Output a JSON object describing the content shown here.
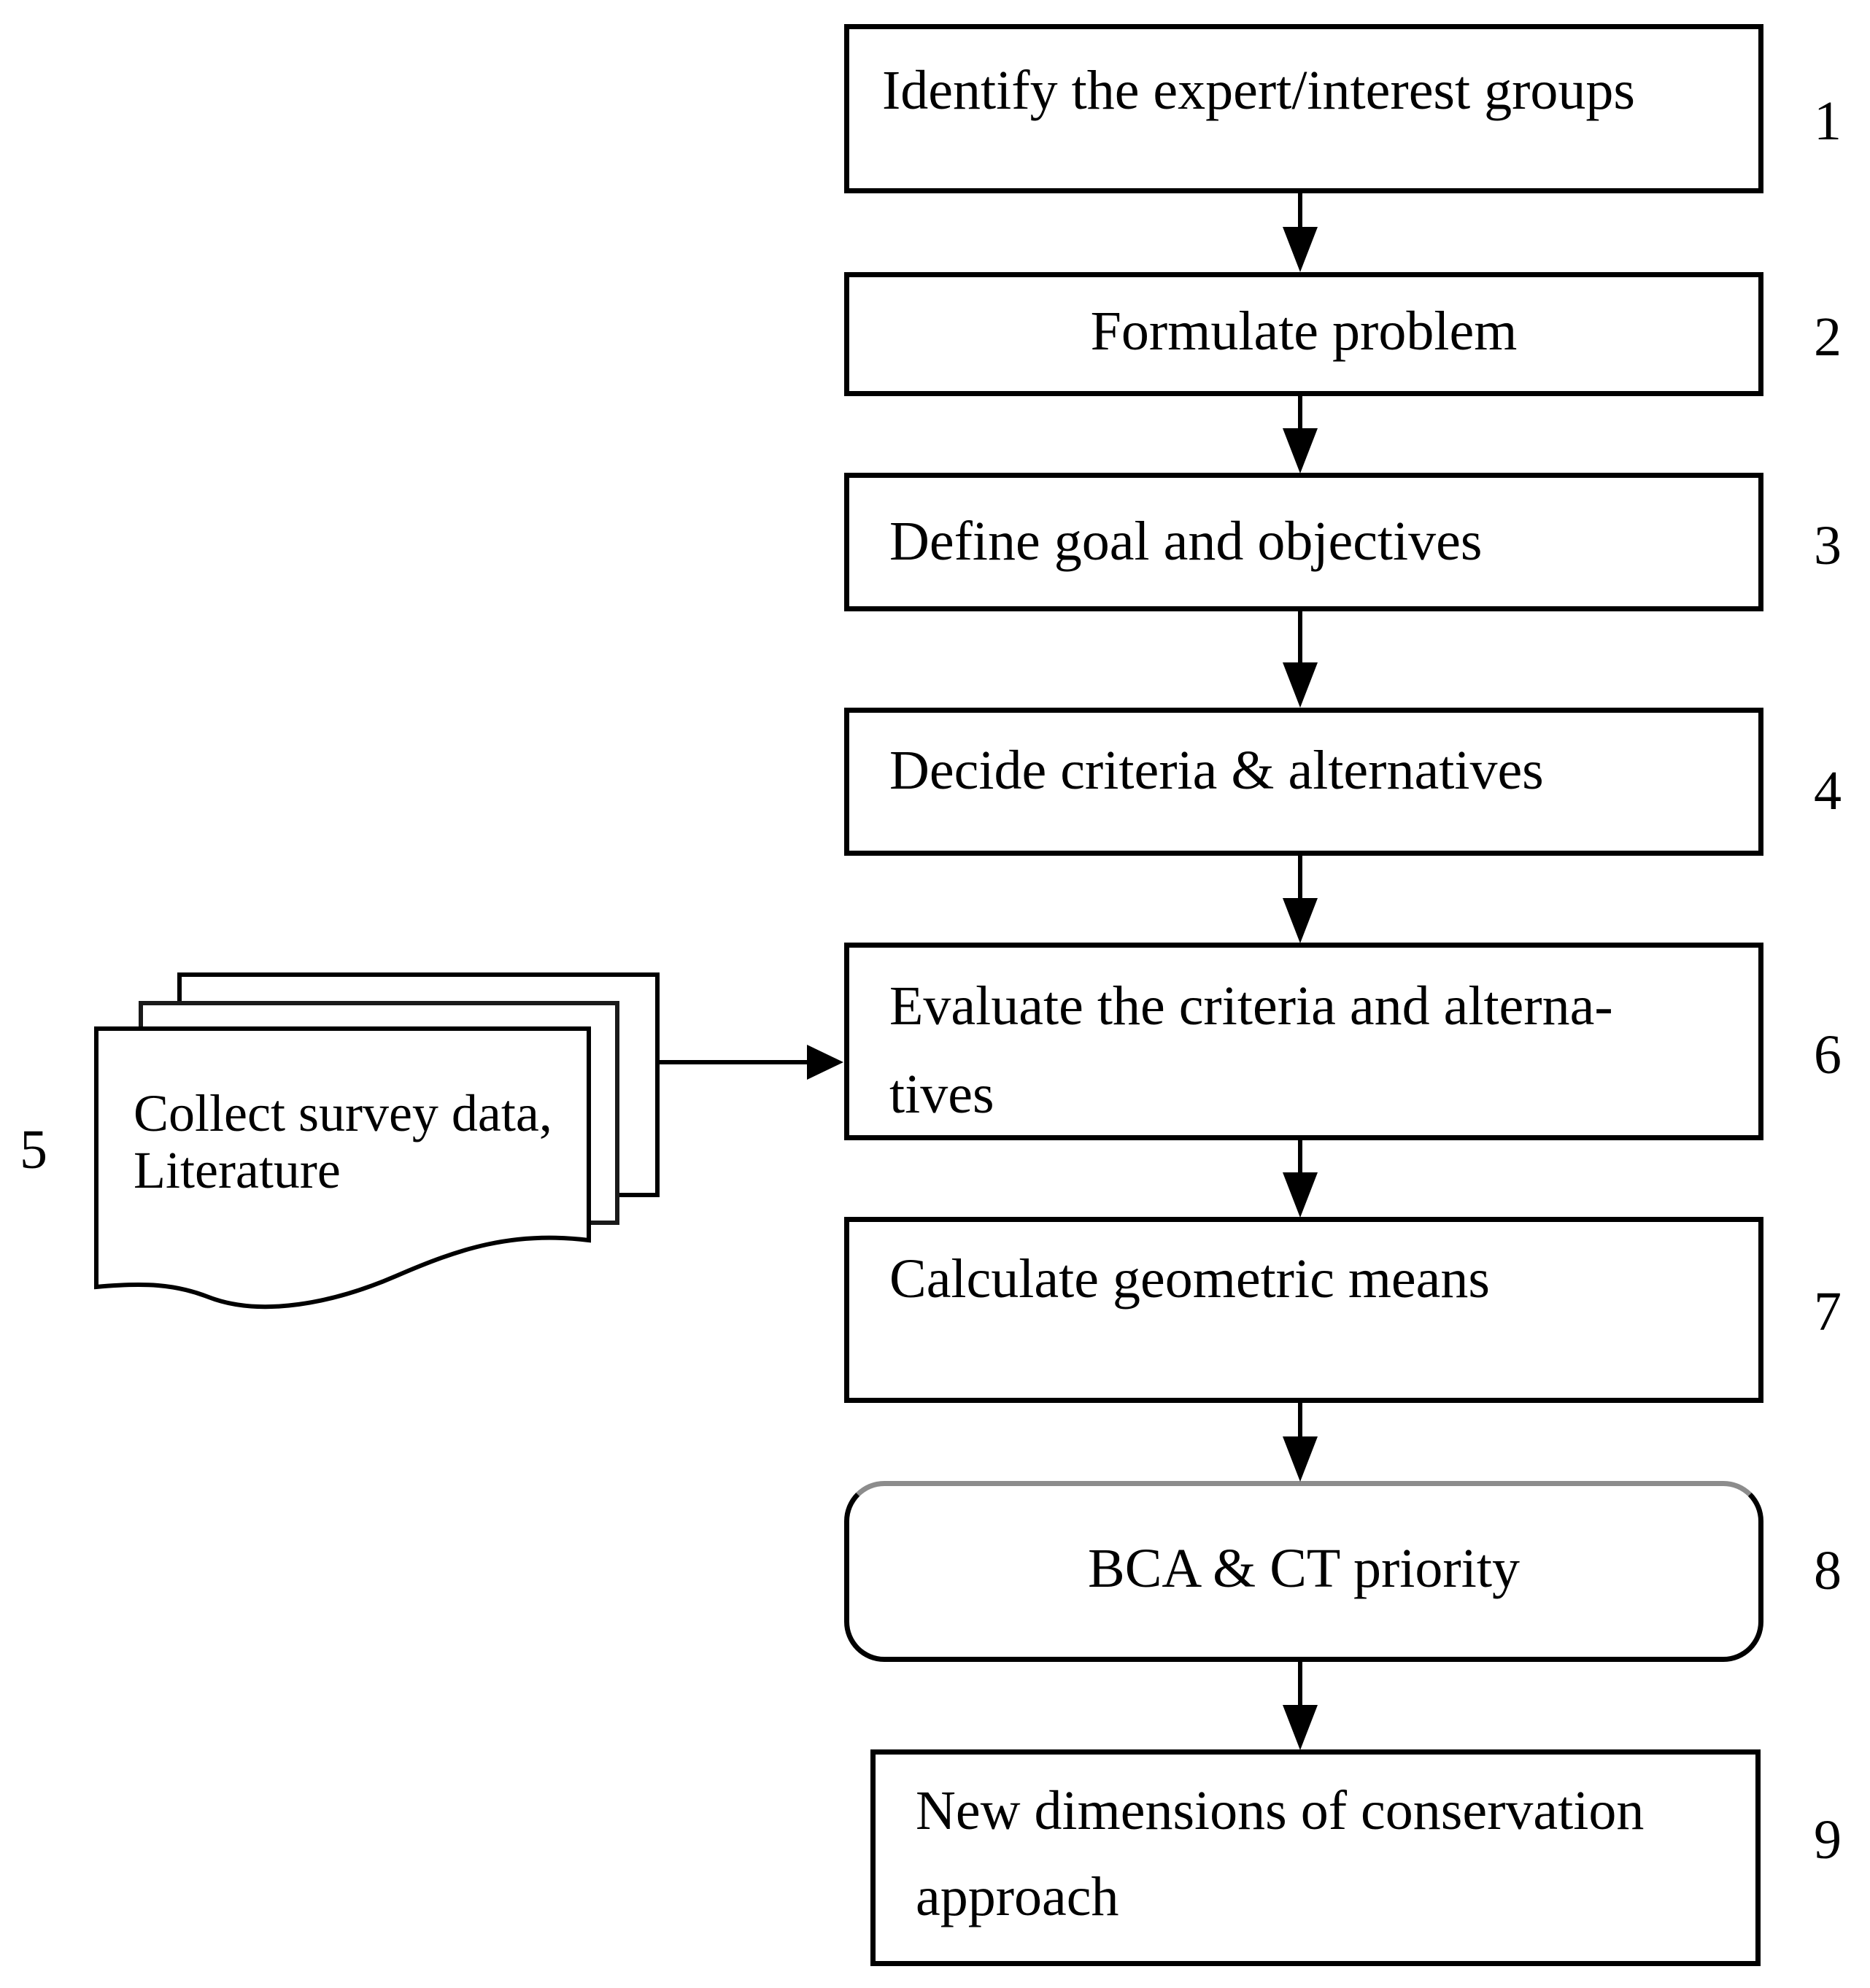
{
  "figure": {
    "description": "Flowchart of conservation prioritisation methodology",
    "colors": {
      "line": "#000000",
      "background": "#ffffff",
      "rounded_box_top_border": "#8c8c8c",
      "text": "#000000"
    },
    "steps": [
      {
        "number": "1",
        "label": "Identify the expert/interest groups",
        "shape": "rectangle"
      },
      {
        "number": "2",
        "label": "Formulate problem",
        "shape": "rectangle"
      },
      {
        "number": "3",
        "label": "Define goal and objectives",
        "shape": "rectangle"
      },
      {
        "number": "4",
        "label": "Decide criteria & alternatives",
        "shape": "rectangle"
      },
      {
        "number": "5",
        "label": "Collect survey data,\nLiterature",
        "shape": "multi-document"
      },
      {
        "number": "6",
        "label": "Evaluate the criteria and alterna-\ntives",
        "shape": "rectangle"
      },
      {
        "number": "7",
        "label": "Calculate geometric means",
        "shape": "rectangle"
      },
      {
        "number": "8",
        "label": "BCA & CT priority",
        "shape": "rounded-rectangle"
      },
      {
        "number": "9",
        "label": "New dimensions of conservation\napproach",
        "shape": "rectangle"
      }
    ],
    "connections": [
      "1→2",
      "2→3",
      "3→4",
      "4→6",
      "5→6",
      "6→7",
      "7→8",
      "8→9"
    ]
  }
}
